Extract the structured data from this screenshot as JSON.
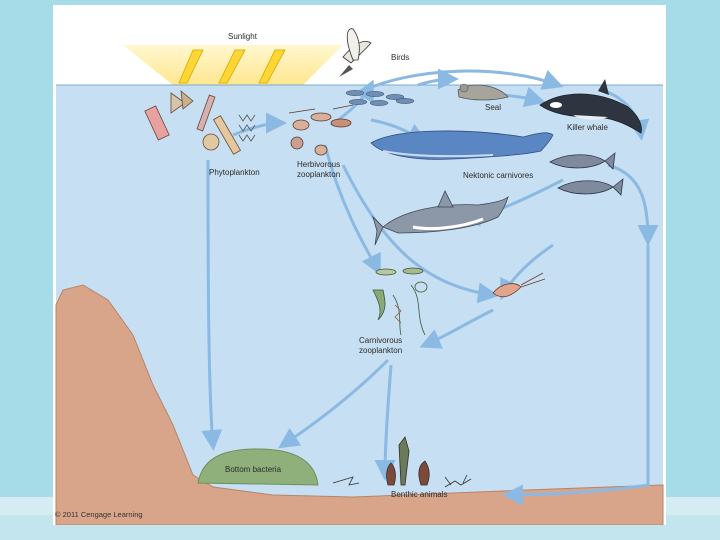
{
  "labels": {
    "sunlight": "Sunlight",
    "birds": "Birds",
    "seal": "Seal",
    "killer_whale": "Killer whale",
    "phytoplankton": "Phytoplankton",
    "herbivorous_zooplankton_1": "Herbivorous",
    "herbivorous_zooplankton_2": "zooplankton",
    "nektonic_carnivores": "Nektonic carnivores",
    "carnivorous_zooplankton_1": "Carnivorous",
    "carnivorous_zooplankton_2": "zooplankton",
    "bottom_bacteria": "Bottom bacteria",
    "benthic_animals": "Benthic animals"
  },
  "copyright": "© 2011 Cengage Learning",
  "colors": {
    "background": "#a6dbe8",
    "water": "#c7dff2",
    "seafloor": "#d9a58a",
    "arrow": "#8ab9e3",
    "bacteria": "#8fb07a"
  }
}
